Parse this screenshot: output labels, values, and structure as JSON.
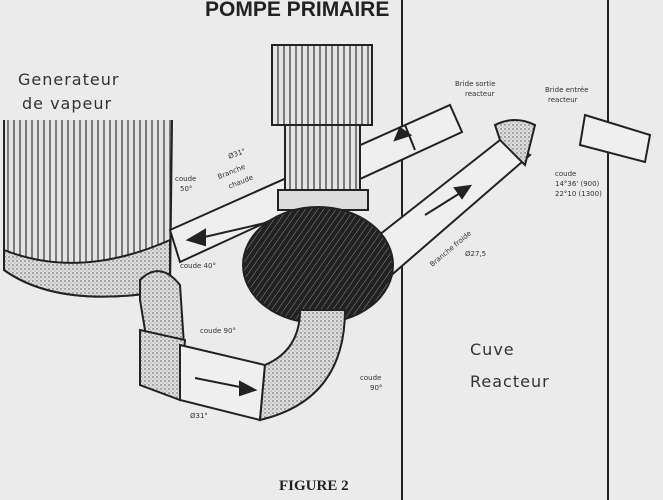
{
  "title": "POMPE PRIMAIRE",
  "caption": "FIGURE 2",
  "labels": {
    "generator_1": "Generateur",
    "generator_2": "de vapeur",
    "vessel_1": "Cuve",
    "vessel_2": "Reacteur",
    "outlet_flange_1": "Bride sortie",
    "outlet_flange_2": "reacteur",
    "inlet_flange_1": "Bride entrée",
    "inlet_flange_2": "reacteur",
    "elbow_inlet_1": "coude",
    "elbow_inlet_2": "14°36' (900)",
    "elbow_inlet_3": "22°10 (1300)",
    "hot_leg_1": "Ø31\"",
    "hot_leg_2": "Branche",
    "hot_leg_3": "chaude",
    "elbow_sg_1": "coude",
    "elbow_sg_2": "50°",
    "elbow_40": "coude 40°",
    "elbow_90_a": "coude 90°",
    "elbow_90_b_1": "coude",
    "elbow_90_b_2": "90°",
    "cold_leg_1": "Branche froide",
    "cold_leg_2": "Ø27,5",
    "crossover_diam": "Ø31\""
  }
}
